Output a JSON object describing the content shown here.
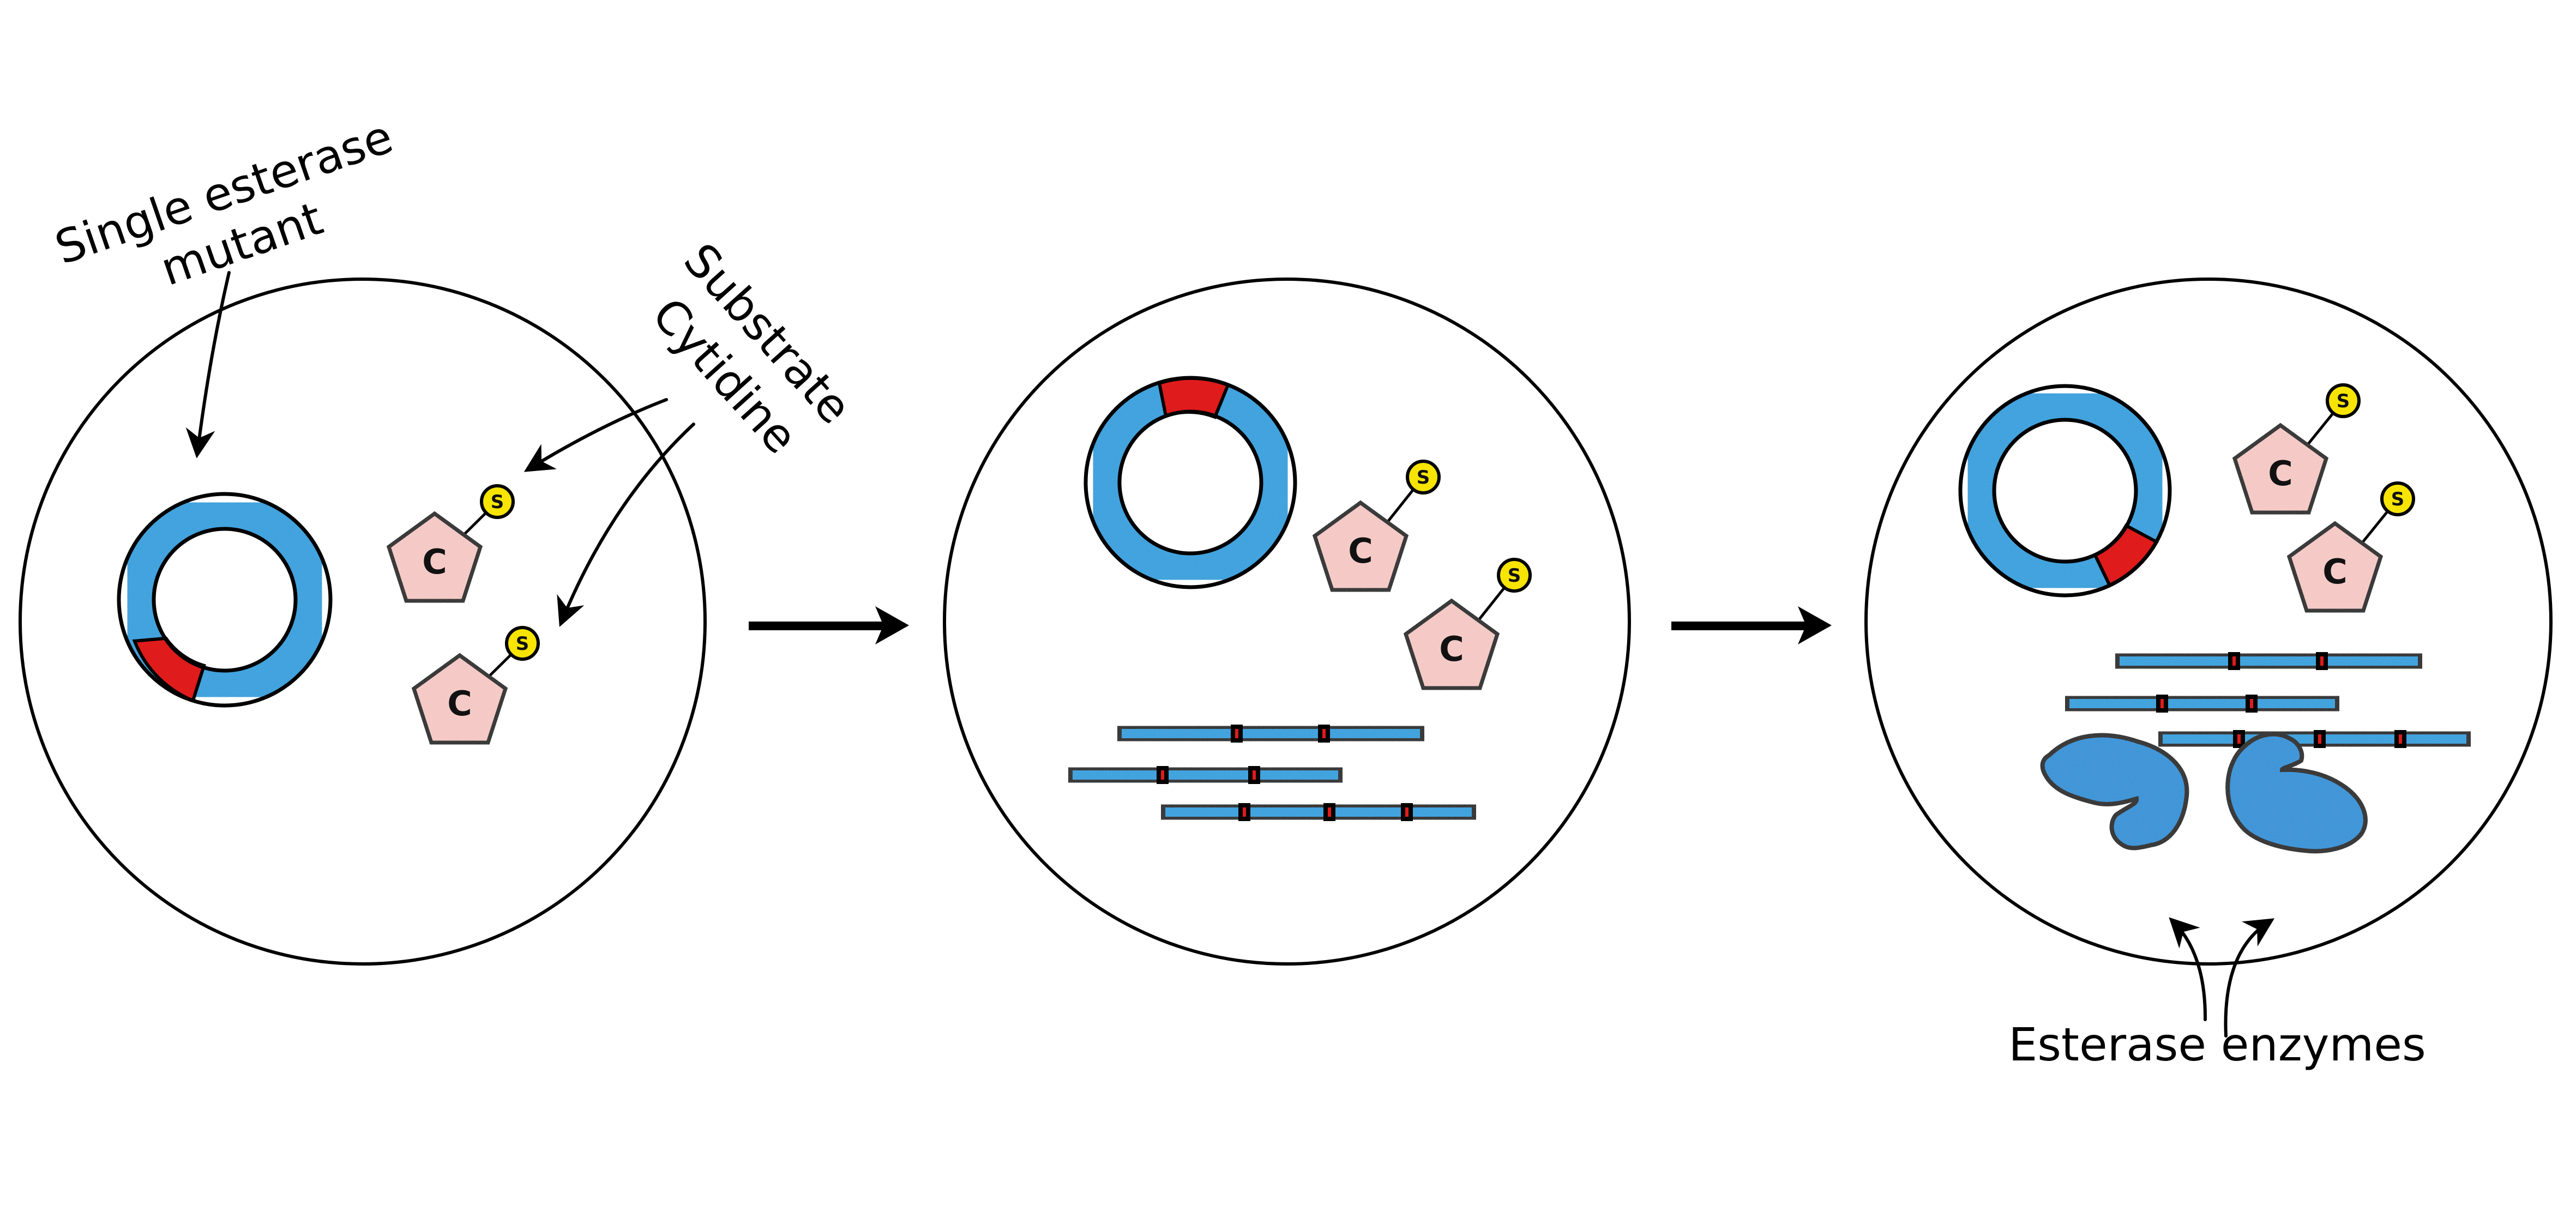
{
  "diagram": {
    "title": "Esterase mutant expression from plasmid",
    "colors": {
      "dna_blue": "#1e9ddc",
      "mutation_red": "#e01b1b",
      "cytidine_pink": "#f4c7c3",
      "substrate_yellow": "#f7e400",
      "enzyme_blue": "#1a8fd6",
      "outline": "#000000",
      "background": "#ffffff"
    },
    "labels": {
      "mutant_line1": "Single esterase",
      "mutant_line2": "mutant",
      "substrate": "Substrate",
      "cytidine": "Cytidine",
      "enzymes": "Esterase enzymes"
    },
    "molecule": {
      "nucleoside_letter": "C",
      "substrate_letter": "S"
    },
    "panels": [
      {
        "name": "stage-1-plasmid",
        "plasmids": 1,
        "cytidine_substrates": 2,
        "transcripts": 0,
        "enzymes": 0
      },
      {
        "name": "stage-2-transcription",
        "plasmids": 1,
        "cytidine_substrates": 2,
        "transcripts": 3,
        "enzymes": 0
      },
      {
        "name": "stage-3-translation",
        "plasmids": 1,
        "cytidine_substrates": 2,
        "transcripts": 3,
        "enzymes": 2
      }
    ],
    "transitions": [
      "stage-1-to-stage-2",
      "stage-2-to-stage-3"
    ]
  }
}
